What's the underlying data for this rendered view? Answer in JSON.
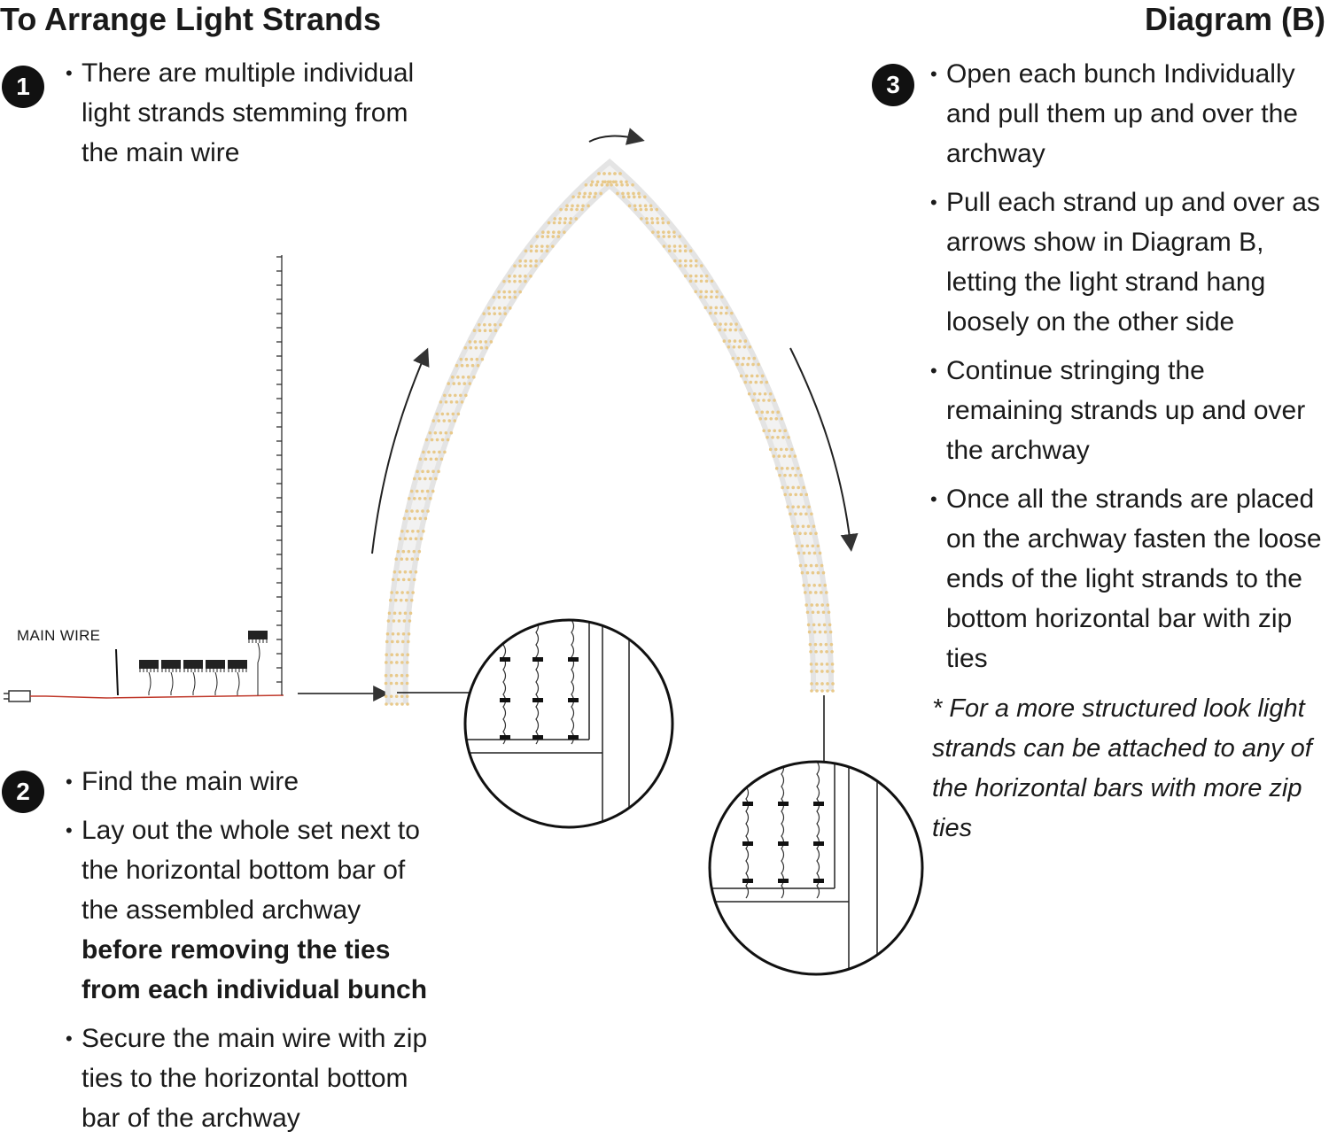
{
  "header": {
    "title": "To Arrange Light Strands",
    "diagram_label": "Diagram (B)"
  },
  "steps": [
    {
      "number": "1",
      "bullets": [
        "There are multiple individual light strands stemming from the main wire"
      ]
    },
    {
      "number": "2",
      "bullets": [
        "Find the main wire",
        "Lay out the whole set next to the horizontal bottom bar of the assembled archway",
        "Secure the main wire with zip ties to the horizontal bottom bar of the archway"
      ],
      "bold_text": "before removing the ties from each individual bunch"
    },
    {
      "number": "3",
      "bullets": [
        "Open each bunch Individually and pull them up and over the archway",
        "Pull each strand up and over as arrows show in Diagram B, letting the light strand hang loosely on the other side",
        "Continue stringing the remaining strands up and over the archway",
        "Once all the strands are placed on the archway fasten the loose ends of the light strands to the bottom horizontal bar with zip ties"
      ],
      "note": "* For a more structured look light strands can be attached to any of the horizontal bars with more zip ties"
    }
  ],
  "diagram": {
    "main_wire_label": "MAIN WIRE"
  },
  "colors": {
    "text": "#1a1a1a",
    "arch": "#e6e6e6",
    "lights": "#e8c98a",
    "wire": "#c0392b"
  }
}
